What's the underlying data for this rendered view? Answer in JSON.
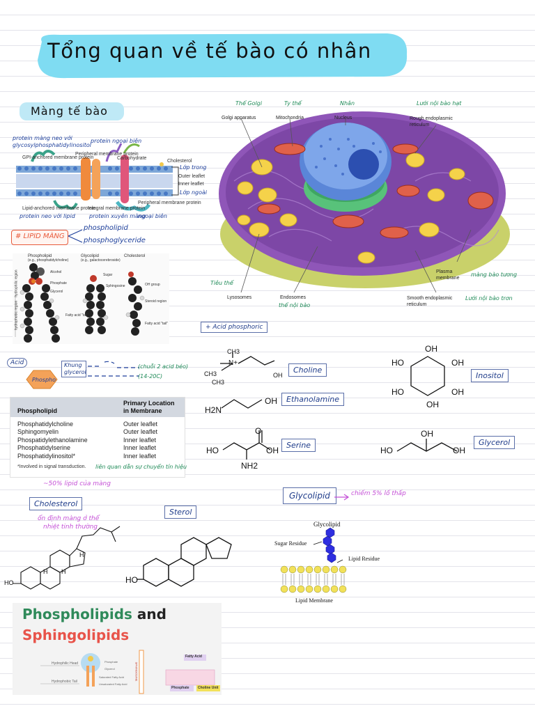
{
  "title": "Tổng quan về tế bào có nhân",
  "section": "Màng tế bào",
  "membrane": {
    "labels": {
      "gpi": "GPI-anchored membrane protein",
      "peripheral": "Peripheral membrane protein",
      "carbohydrate": "Carbohydrate",
      "cholesterol": "Cholesterol",
      "outer": "Outer leaflet",
      "inner": "Inner leaflet",
      "lipid_anchored": "Lipid-anchored membrane protein",
      "integral": "Integral membrane protein",
      "peripheral2": "Peripheral membrane protein"
    },
    "notes": {
      "n1": "protein màng neo với",
      "n2": "glycosylphosphatidylinositol",
      "n3": "protein ngoại biên",
      "n4": "Lớp trong",
      "n5": "Lớp ngoài",
      "n6": "protein neo với lipid",
      "n7": "protein xuyên màng",
      "n8": "ngoại biên"
    }
  },
  "lipid_section": {
    "tag": "# LIPID MÀNG",
    "items": [
      "phospholipid",
      "phosphoglyceride"
    ]
  },
  "lipid_structures": {
    "headers": [
      "Phospholipid",
      "(e.g., phosphatidylcholine)",
      "Glycolipid",
      "(e.g., galactocerebroside)",
      "Cholesterol"
    ],
    "labels": [
      "Alcohol",
      "Phosphate",
      "Glycerol",
      "Sugar",
      "Fatty acid \"tail\"",
      "Sphingosine",
      "OH group",
      "Steroid region",
      "Fatty acid \"tail\"",
      "hydrophilic region",
      "hydrophobic region"
    ]
  },
  "cell": {
    "labels": {
      "golgi": "Golgi apparatus",
      "mito": "Mitochondria",
      "nucleus": "Nucleus",
      "rer": "Rough endoplasmic reticulum",
      "plasma": "Plasma membrane",
      "lysosome": "Lysosomes",
      "endosome": "Endosomes",
      "ser": "Smooth endoplasmic reticulum"
    },
    "notes": {
      "golgi": "Thể Golgi",
      "mito": "Ty thể",
      "nucleus": "Nhân",
      "rer": "Lưới nội bào hạt",
      "plasma": "màng bào tương",
      "lysosome": "Tiêu thể",
      "endosome": "thể nội bào",
      "ser": "Lưới nội bào trơn"
    }
  },
  "acid_note": "+ Acid phosphoric",
  "phospho_diagram": {
    "acid": "Acid",
    "phospho": "Phospho",
    "frame": "Khung glycerol",
    "note1": "(chuỗi 2 acid béo)",
    "note2": "(14-20C)"
  },
  "molecules": {
    "choline": "Choline",
    "ethanolamine": "Ethanolamine",
    "serine": "Serine",
    "inositol": "Inositol",
    "glycerol": "Glycerol",
    "sterol": "Sterol",
    "cholesterol": "Cholesterol",
    "glycolipid": "Glycolipid"
  },
  "chem_text": {
    "ch3": "CH3",
    "n_plus": "N+",
    "oh": "OH",
    "ho": "HO",
    "h2n": "H2N",
    "nh2": "NH2",
    "o": "O",
    "h": "H"
  },
  "table": {
    "headers": [
      "Phospholipid",
      "Primary Location in Membrane"
    ],
    "rows": [
      [
        "Phosphatidylcholine",
        "Outer leaflet"
      ],
      [
        "Sphingomyelin",
        "Outer leaflet"
      ],
      [
        "Phospatidylethanolamine",
        "Inner leaflet"
      ],
      [
        "Phosphatidylserine",
        "Inner leaflet"
      ],
      [
        "Phosphatidylinositol*",
        "Inner leaflet"
      ]
    ],
    "footnote": "*Involved in signal transduction.",
    "footnote_note": "liên quan dẫn sự chuyển tín hiệu"
  },
  "cholesterol_notes": {
    "top": "~50% lipid của màng",
    "bottom1": "ổn định màng ở thể",
    "bottom2": "nhiệt tinh thường"
  },
  "glycolipid_note": "chiếm 5% lố thấp",
  "glycolipid_diagram": {
    "title": "Glycolipid",
    "sugar": "Sugar Residue",
    "lipid": "Lipid Residue",
    "membrane": "Lipid Membrane"
  },
  "banner": {
    "line1a": "Phospholipids",
    "line1b": " and",
    "line2": "Sphingolipids",
    "labels": [
      "Hydrophilic Head",
      "Hydrophobic Tail",
      "Phosphate",
      "Glycerol",
      "Saturated Fatty Acid",
      "Unsaturated Fatty Acid",
      "Fatty Acid",
      "Phosphate",
      "Choline Unit",
      "SPHINGOSINE"
    ]
  },
  "colors": {
    "title_bg": "#7fdcf2",
    "section_bg": "#bfe9f6",
    "green_note": "#1e8a57",
    "blue_note": "#1d3f9b",
    "pink_note": "#c44fd6",
    "banner_green": "#2f8a5a",
    "banner_red": "#e8534a"
  }
}
